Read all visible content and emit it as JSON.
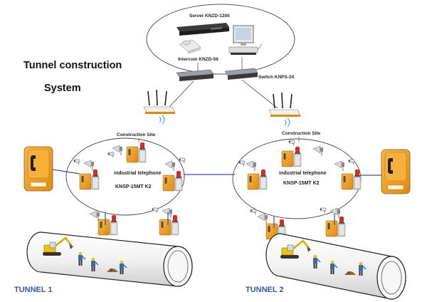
{
  "title": {
    "line1": "Tunnel construction",
    "line2": "System"
  },
  "server_zone": {
    "server_label": "Server KNZD-1200",
    "intercom_label": "Intercom KNZD-59",
    "switch_label": "Switch KNPS-24"
  },
  "sites": [
    {
      "site_label": "Construction Site",
      "phone_line1": "industrial telephone",
      "phone_line2": "KNSP-15MT K2",
      "tunnel_label": "TUNNEL 1"
    },
    {
      "site_label": "Construction Site",
      "phone_line1": "industrial telephone",
      "phone_line2": "KNSP-15MT K2",
      "tunnel_label": "TUNNEL 2"
    }
  ],
  "colors": {
    "phone_orange": "#f2a11c",
    "cable_blue": "#3b4fa0",
    "tunnel_label": "#3a56a6"
  }
}
